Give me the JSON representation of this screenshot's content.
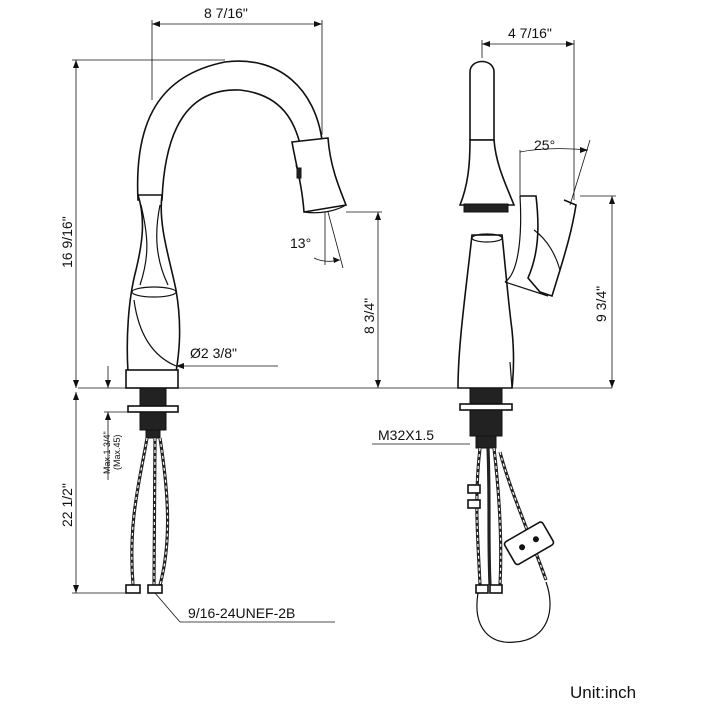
{
  "front_view": {
    "width_label": "8 7/16\"",
    "height_label": "16 9/16\"",
    "spout_height_label": "8 3/4\"",
    "base_diameter_label": "Ø2 3/8\"",
    "spray_angle_label": "13°",
    "shank_length_label": "22 1/2\"",
    "max_thickness_label": "Max.1 3/4\"",
    "max_thickness_metric_label": "(Max.45)",
    "hose_thread_label": "9/16-24UNEF-2B"
  },
  "side_view": {
    "reach_label": "4 7/16\"",
    "handle_angle_label": "25°",
    "handle_height_label": "9 3/4\"",
    "mount_thread_label": "M32X1.5"
  },
  "unit_label": "Unit:inch"
}
